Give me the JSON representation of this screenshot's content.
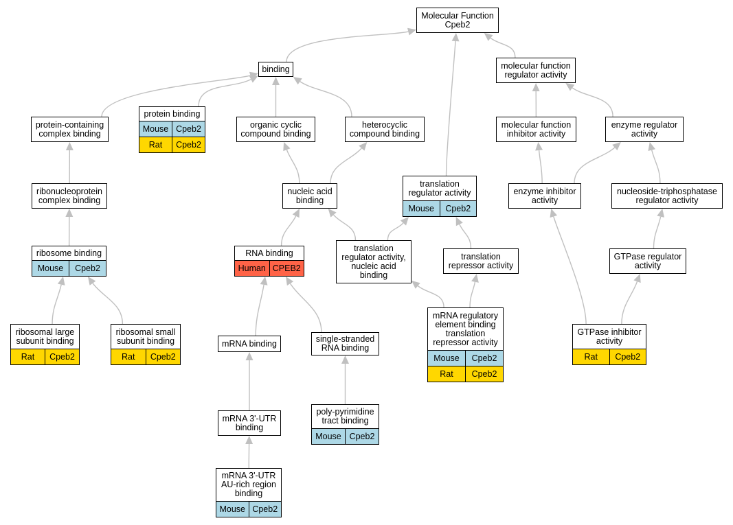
{
  "colors": {
    "edge": "#c0c0c0",
    "Mouse": "#add8e6",
    "Rat": "#ffd700",
    "Human": "#ff6347"
  },
  "nodes": [
    {
      "id": "mf",
      "label": "Molecular Function\nCpeb2",
      "annotations": []
    },
    {
      "id": "binding",
      "label": "binding",
      "annotations": []
    },
    {
      "id": "mfra",
      "label": "molecular function\nregulator activity",
      "annotations": []
    },
    {
      "id": "pcb",
      "label": "protein-containing\ncomplex binding",
      "annotations": []
    },
    {
      "id": "pb",
      "label": "protein binding",
      "annotations": [
        {
          "species": "Mouse",
          "gene": "Cpeb2"
        },
        {
          "species": "Rat",
          "gene": "Cpeb2"
        }
      ]
    },
    {
      "id": "occb",
      "label": "organic cyclic\ncompound binding",
      "annotations": []
    },
    {
      "id": "hcb",
      "label": "heterocyclic\ncompound binding",
      "annotations": []
    },
    {
      "id": "mfia",
      "label": "molecular function\ninhibitor activity",
      "annotations": []
    },
    {
      "id": "era",
      "label": "enzyme regulator\nactivity",
      "annotations": []
    },
    {
      "id": "rnpcb",
      "label": "ribonucleoprotein\ncomplex binding",
      "annotations": []
    },
    {
      "id": "nab",
      "label": "nucleic acid\nbinding",
      "annotations": []
    },
    {
      "id": "tra",
      "label": "translation\nregulator activity",
      "annotations": [
        {
          "species": "Mouse",
          "gene": "Cpeb2"
        }
      ]
    },
    {
      "id": "eia",
      "label": "enzyme inhibitor\nactivity",
      "annotations": []
    },
    {
      "id": "ntra",
      "label": "nucleoside-triphosphatase\nregulator activity",
      "annotations": []
    },
    {
      "id": "rb",
      "label": "ribosome binding",
      "annotations": [
        {
          "species": "Mouse",
          "gene": "Cpeb2"
        }
      ]
    },
    {
      "id": "rnab",
      "label": "RNA binding",
      "annotations": [
        {
          "species": "Human",
          "gene": "CPEB2"
        }
      ]
    },
    {
      "id": "tranab",
      "label": "translation\nregulator activity,\nnucleic acid\nbinding",
      "annotations": []
    },
    {
      "id": "trepa",
      "label": "translation\nrepressor activity",
      "annotations": []
    },
    {
      "id": "gtpra",
      "label": "GTPase regulator\nactivity",
      "annotations": []
    },
    {
      "id": "rlsb",
      "label": "ribosomal large\nsubunit binding",
      "annotations": [
        {
          "species": "Rat",
          "gene": "Cpeb2"
        }
      ]
    },
    {
      "id": "rssb",
      "label": "ribosomal small\nsubunit binding",
      "annotations": [
        {
          "species": "Rat",
          "gene": "Cpeb2"
        }
      ]
    },
    {
      "id": "mrnab",
      "label": "mRNA binding",
      "annotations": []
    },
    {
      "id": "ssrnab",
      "label": "single-stranded\nRNA binding",
      "annotations": []
    },
    {
      "id": "mrebtra",
      "label": "mRNA regulatory\nelement binding\ntranslation\nrepressor activity",
      "annotations": [
        {
          "species": "Mouse",
          "gene": "Cpeb2"
        },
        {
          "species": "Rat",
          "gene": "Cpeb2"
        }
      ]
    },
    {
      "id": "gtpia",
      "label": "GTPase inhibitor\nactivity",
      "annotations": [
        {
          "species": "Rat",
          "gene": "Cpeb2"
        }
      ]
    },
    {
      "id": "utr",
      "label": "mRNA 3'-UTR\nbinding",
      "annotations": []
    },
    {
      "id": "ppt",
      "label": "poly-pyrimidine\ntract binding",
      "annotations": [
        {
          "species": "Mouse",
          "gene": "Cpeb2"
        }
      ]
    },
    {
      "id": "are",
      "label": "mRNA 3'-UTR\nAU-rich region\nbinding",
      "annotations": [
        {
          "species": "Mouse",
          "gene": "Cpeb2"
        }
      ]
    }
  ],
  "edges": [
    [
      "binding",
      "mf"
    ],
    [
      "mfra",
      "mf"
    ],
    [
      "tra",
      "mf"
    ],
    [
      "pcb",
      "binding"
    ],
    [
      "pb",
      "binding"
    ],
    [
      "occb",
      "binding"
    ],
    [
      "hcb",
      "binding"
    ],
    [
      "mfia",
      "mfra"
    ],
    [
      "era",
      "mfra"
    ],
    [
      "rnpcb",
      "pcb"
    ],
    [
      "rb",
      "rnpcb"
    ],
    [
      "nab",
      "occb"
    ],
    [
      "nab",
      "hcb"
    ],
    [
      "rnab",
      "nab"
    ],
    [
      "tranab",
      "nab"
    ],
    [
      "tranab",
      "tra"
    ],
    [
      "trepa",
      "tra"
    ],
    [
      "eia",
      "mfia"
    ],
    [
      "eia",
      "era"
    ],
    [
      "ntra",
      "era"
    ],
    [
      "gtpra",
      "ntra"
    ],
    [
      "gtpia",
      "eia"
    ],
    [
      "gtpia",
      "gtpra"
    ],
    [
      "rlsb",
      "rb"
    ],
    [
      "rssb",
      "rb"
    ],
    [
      "mrnab",
      "rnab"
    ],
    [
      "ssrnab",
      "rnab"
    ],
    [
      "mrebtra",
      "tranab"
    ],
    [
      "mrebtra",
      "trepa"
    ],
    [
      "utr",
      "mrnab"
    ],
    [
      "ppt",
      "ssrnab"
    ],
    [
      "are",
      "utr"
    ]
  ]
}
